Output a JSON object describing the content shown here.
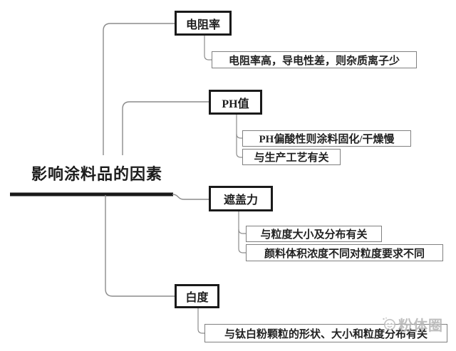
{
  "title": "影响涂料品的因素",
  "branches": [
    {
      "topic": "电阻率",
      "details": [
        "电阻率高，导电性差，则杂质离子少"
      ]
    },
    {
      "topic": "PH值",
      "details": [
        "PH偏酸性则涂料固化/干燥慢",
        "与生产工艺有关"
      ]
    },
    {
      "topic": "遮盖力",
      "details": [
        "与粒度大小及分布有关",
        "颜料体积浓度不同对粒度要求不同"
      ]
    },
    {
      "topic": "白度",
      "details": [
        "与钛白粉颗粒的形状、大小和粒度分布有关"
      ]
    }
  ],
  "watermark": {
    "text": "粉体圈",
    "icon": "smiley-circle-logo"
  },
  "colors": {
    "background": "#ffffff",
    "root_line": "#1a1a1a",
    "branch_line": "#8c8c8c",
    "topic_border": "#1a1a1a",
    "detail_border": "#808080",
    "text": "#1c1c1c",
    "watermark": "#b3b3b3"
  }
}
